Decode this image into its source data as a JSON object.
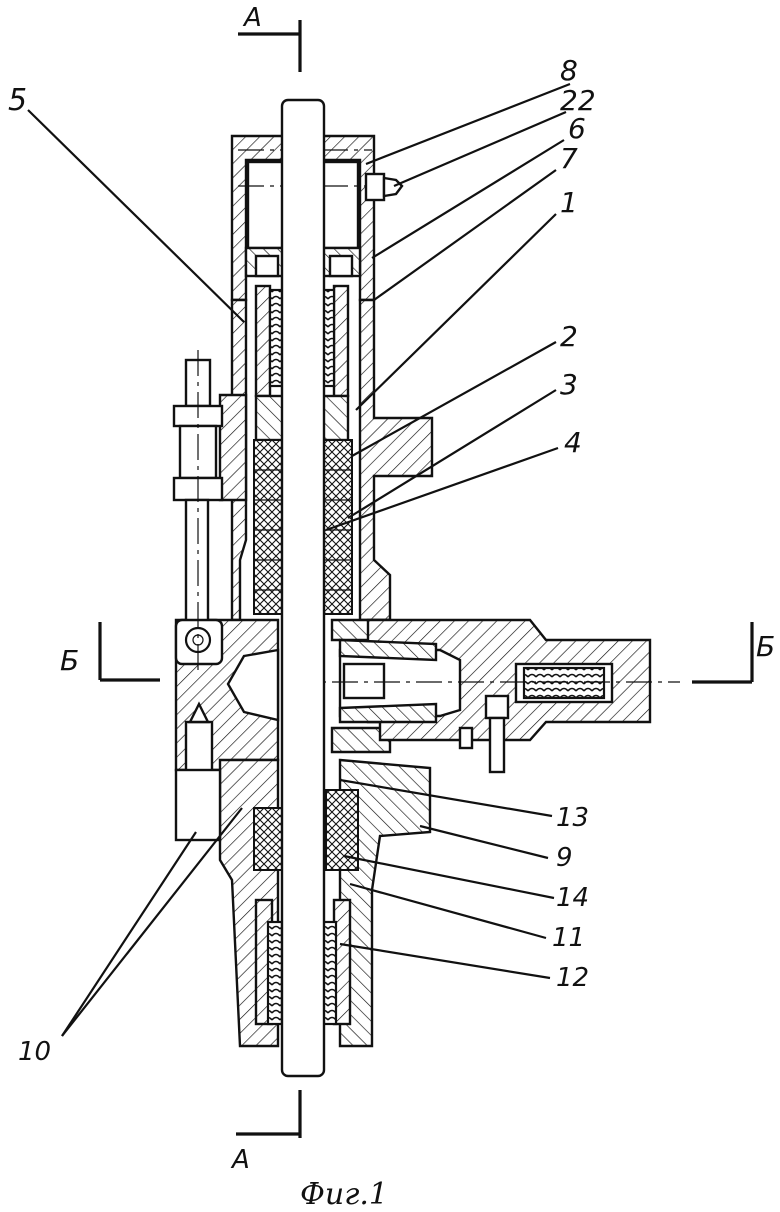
{
  "figure": {
    "caption": "Фиг.1",
    "section_marks": {
      "a_top": "А",
      "a_bottom": "А",
      "b_left": "Б",
      "b_right": "Б"
    },
    "labels": [
      {
        "id": "5",
        "text": "5"
      },
      {
        "id": "8",
        "text": "8"
      },
      {
        "id": "22",
        "text": "22"
      },
      {
        "id": "6",
        "text": "6"
      },
      {
        "id": "7",
        "text": "7"
      },
      {
        "id": "1",
        "text": "1"
      },
      {
        "id": "2",
        "text": "2"
      },
      {
        "id": "3",
        "text": "3"
      },
      {
        "id": "4",
        "text": "4"
      },
      {
        "id": "13",
        "text": "13"
      },
      {
        "id": "9",
        "text": "9"
      },
      {
        "id": "14",
        "text": "14"
      },
      {
        "id": "11",
        "text": "11"
      },
      {
        "id": "12",
        "text": "12"
      },
      {
        "id": "10",
        "text": "10"
      }
    ]
  }
}
